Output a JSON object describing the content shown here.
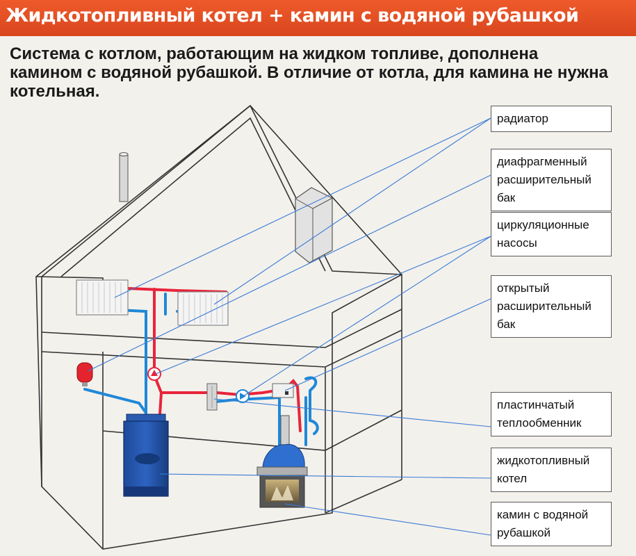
{
  "title": "Жидкотопливный котел + камин с водяной рубашкой",
  "intro": "Система с котлом, работающим на жидком топливе, дополнена камином с водяной рубашкой. В отличие от котла, для камина не нужна котельная.",
  "callouts": [
    {
      "key": "radiator",
      "label": "радиатор"
    },
    {
      "key": "diaphragm_tank",
      "label": "диафрагменный расширительный бак"
    },
    {
      "key": "circulation_pumps",
      "label": "циркуляционные насосы"
    },
    {
      "key": "open_tank",
      "label": "открытый расширительный бак"
    },
    {
      "key": "plate_exchanger",
      "label": "пластинчатый теплообменник"
    },
    {
      "key": "oil_boiler",
      "label": "жидкотопливный котел"
    },
    {
      "key": "fireplace",
      "label": "камин с водяной рубашкой"
    }
  ],
  "colors": {
    "banner": "#e8532a",
    "hot_pipe": "#e8243a",
    "cold_pipe": "#1e88d8",
    "boiler": "#1f4fa0",
    "house_outline": "#333333",
    "leader_line": "#3a7bd5"
  }
}
